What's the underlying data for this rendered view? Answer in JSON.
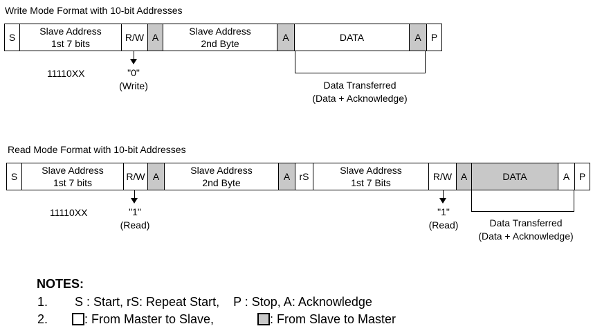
{
  "write": {
    "title": "Write Mode Format with 10-bit Addresses",
    "fields": [
      {
        "l1": "S",
        "l2": "",
        "gray": false
      },
      {
        "l1": "Slave Address",
        "l2": "1st 7 bits",
        "gray": false
      },
      {
        "l1": "R/W",
        "l2": "",
        "gray": false
      },
      {
        "l1": "A",
        "l2": "",
        "gray": true
      },
      {
        "l1": "Slave Address",
        "l2": "2nd Byte",
        "gray": false
      },
      {
        "l1": "A",
        "l2": "",
        "gray": true
      },
      {
        "l1": "DATA",
        "l2": "",
        "gray": false
      },
      {
        "l1": "A",
        "l2": "",
        "gray": true
      },
      {
        "l1": "P",
        "l2": "",
        "gray": false
      }
    ],
    "address_bits": "11110XX",
    "rw_value": "\"0\"",
    "rw_label": "(Write)",
    "data_note_1": "Data Transferred",
    "data_note_2": "(Data + Acknowledge)"
  },
  "read": {
    "title": "Read Mode Format with 10-bit Addresses",
    "fields": [
      {
        "l1": "S",
        "l2": "",
        "gray": false
      },
      {
        "l1": "Slave Address",
        "l2": "1st 7 bits",
        "gray": false
      },
      {
        "l1": "R/W",
        "l2": "",
        "gray": false
      },
      {
        "l1": "A",
        "l2": "",
        "gray": true
      },
      {
        "l1": "Slave Address",
        "l2": "2nd Byte",
        "gray": false
      },
      {
        "l1": "A",
        "l2": "",
        "gray": true
      },
      {
        "l1": "rS",
        "l2": "",
        "gray": false
      },
      {
        "l1": "Slave Address",
        "l2": "1st 7 Bits",
        "gray": false
      },
      {
        "l1": "R/W",
        "l2": "",
        "gray": false
      },
      {
        "l1": "A",
        "l2": "",
        "gray": true
      },
      {
        "l1": "DATA",
        "l2": "",
        "gray": true
      },
      {
        "l1": "A",
        "l2": "",
        "gray": false
      },
      {
        "l1": "P",
        "l2": "",
        "gray": false
      }
    ],
    "address_bits": "11110XX",
    "rw1_value": "\"1\"",
    "rw1_label": "(Read)",
    "rw2_value": "\"1\"",
    "rw2_label": "(Read)",
    "data_note_1": "Data Transferred",
    "data_note_2": "(Data + Acknowledge)"
  },
  "notes": {
    "heading": "NOTES:",
    "n1_num": "1.",
    "n1_text": "S : Start, rS: Repeat Start,    P : Stop, A: Acknowledge",
    "n2_num": "2.",
    "n2_text_a": ": From Master to Slave,",
    "n2_text_b": ": From Slave to Master"
  },
  "colors": {
    "gray_fill": "#c8c8c8",
    "line": "#000000"
  }
}
